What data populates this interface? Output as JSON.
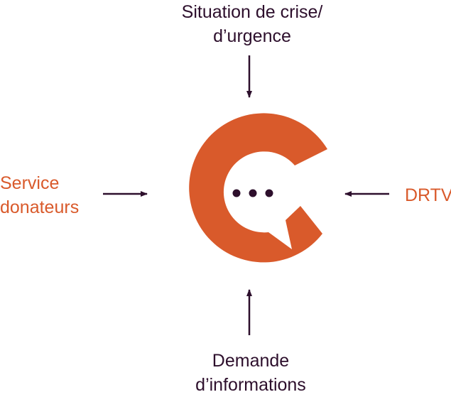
{
  "inputs": {
    "top": {
      "line1": "Situation de crise/",
      "line2": "d’urgence"
    },
    "left": {
      "line1": "Service",
      "line2": "donateurs"
    },
    "right": {
      "label": "DRTV"
    },
    "bottom": {
      "line1": "Demande",
      "line2": "d’informations"
    }
  },
  "central_icon": {
    "name": "chat-bubble-c-icon",
    "dots": 3
  },
  "colors": {
    "accent": "#d95a2b",
    "dark": "#2d0f2c",
    "background": "#ffffff"
  }
}
